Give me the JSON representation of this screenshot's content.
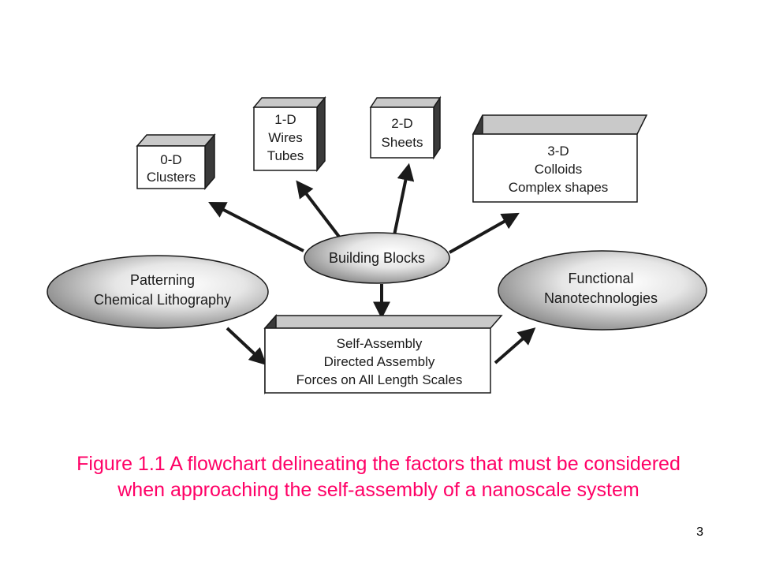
{
  "diagram": {
    "boxes": {
      "d0": [
        "0-D",
        "Clusters"
      ],
      "d1": [
        "1-D",
        "Wires",
        "Tubes"
      ],
      "d2": [
        "2-D",
        "Sheets"
      ],
      "d3": [
        "3-D",
        "Colloids",
        "Complex shapes"
      ],
      "center": [
        "Self-Assembly",
        "Directed Assembly",
        "Forces on All Length Scales"
      ]
    },
    "ellipses": {
      "building_blocks": [
        "Building Blocks"
      ],
      "patterning": [
        "Patterning",
        "Chemical Lithography"
      ],
      "functional": [
        "Functional",
        "Nanotechnologies"
      ]
    }
  },
  "caption": {
    "line1": "Figure 1.1  A flowchart delineating the factors that must be considered",
    "line2": "when approaching the self-assembly of a nanoscale system"
  },
  "page_number": "3"
}
